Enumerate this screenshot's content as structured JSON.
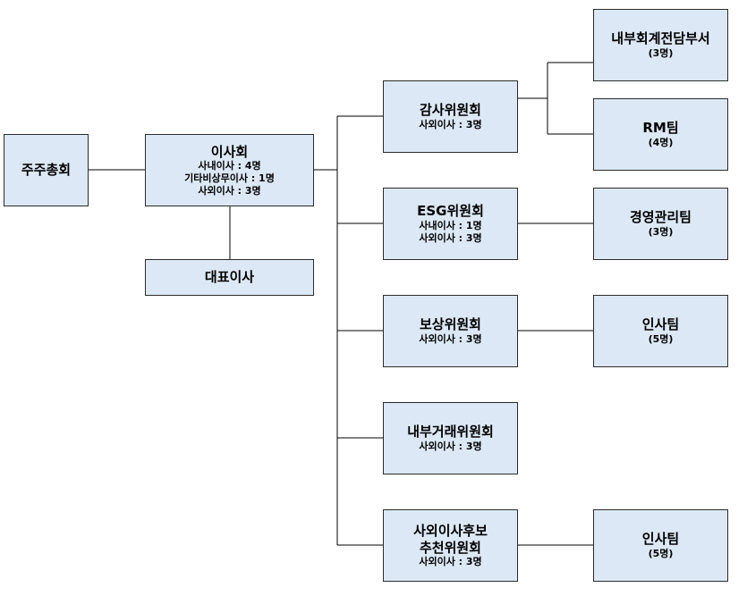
{
  "nodes": {
    "shareholders": {
      "title": "주주총회"
    },
    "board": {
      "title": "이사회",
      "lines": [
        "사내이사 : 4명",
        "기타비상무이사 : 1명",
        "사외이사 : 3명"
      ]
    },
    "ceo": {
      "title": "대표이사"
    },
    "audit": {
      "title": "감사위원회",
      "lines": [
        "사외이사 : 3명"
      ]
    },
    "esg": {
      "title": "ESG위원회",
      "lines": [
        "사내이사 : 1명",
        "사외이사 : 3명"
      ]
    },
    "compensation": {
      "title": "보상위원회",
      "lines": [
        "사외이사 : 3명"
      ]
    },
    "related_party": {
      "title": "내부거래위원회",
      "lines": [
        "사외이사 : 3명"
      ]
    },
    "nomination": {
      "title_lines": [
        "사외이사후보",
        "추천위원회"
      ],
      "lines": [
        "사외이사 : 3명"
      ]
    },
    "internal_accounting": {
      "title": "내부회계전담부서",
      "lines": [
        "(3명)"
      ]
    },
    "rm_team": {
      "title": "RM팀",
      "lines": [
        "(4명)"
      ]
    },
    "mgmt_team": {
      "title": "경영관리팀",
      "lines": [
        "(3명)"
      ]
    },
    "hr_team_1": {
      "title": "인사팀",
      "lines": [
        "(5명)"
      ]
    },
    "hr_team_2": {
      "title": "인사팀",
      "lines": [
        "(5명)"
      ]
    }
  },
  "colors": {
    "box_fill": "#dce8f5",
    "border": "#2b2b2b",
    "line": "#000000"
  }
}
